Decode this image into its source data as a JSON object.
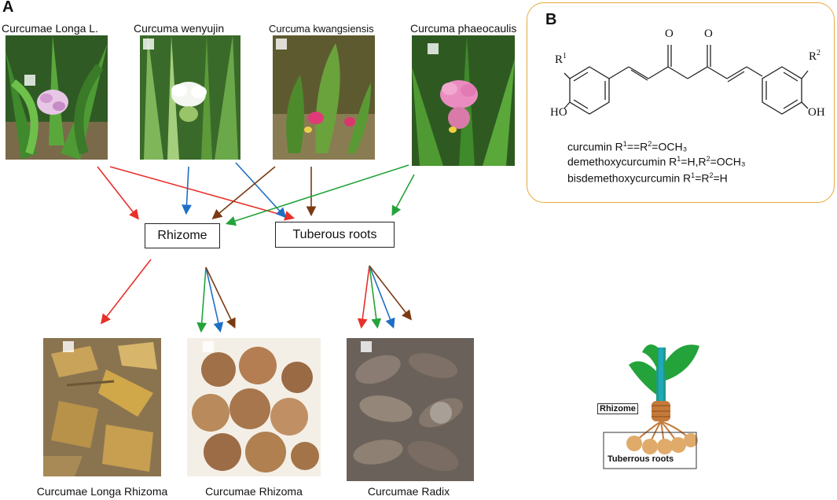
{
  "panel_a": {
    "letter": "A",
    "species": [
      "Curcumae Longa L.",
      "Curcuma wenyujin",
      "Curcuma kwangsiensis",
      "Curcuma phaeocaulis"
    ],
    "parts": {
      "rhizome": "Rhizome",
      "tuberous_roots": "Tuberous roots"
    },
    "products": [
      "Curcumae Longa Rhizoma",
      "Curcumae Rhizoma",
      "Curcumae Radix"
    ],
    "arrow_colors": {
      "longa": "#e8302a",
      "wenyujin": "#1f6fc4",
      "kwangsiensis": "#7a3a12",
      "phaeocaulis": "#23a33a"
    }
  },
  "panel_b": {
    "letter": "B",
    "struct": {
      "r1": "R",
      "r1_sup": "1",
      "r2": "R",
      "r2_sup": "2",
      "oxygen": "O",
      "hydroxyl": "HO",
      "hydroxyl_right": "OH"
    },
    "compounds": [
      {
        "name": "curcumin R",
        "s1": "1",
        "mid": "==R",
        "s2": "2",
        "tail": "=OCH₃"
      },
      {
        "name": "demethoxycurcumin R",
        "s1": "1",
        "mid": "=H,R",
        "s2": "2",
        "tail": "=OCH₃"
      },
      {
        "name": "bisdemethoxycurcumin R",
        "s1": "1",
        "mid": "=R",
        "s2": "2",
        "tail": "=H"
      }
    ],
    "border_color": "#e8a93a"
  },
  "plant_diagram": {
    "rhizome": "Rhizome",
    "tuberous_roots": "Tuberrous roots"
  }
}
